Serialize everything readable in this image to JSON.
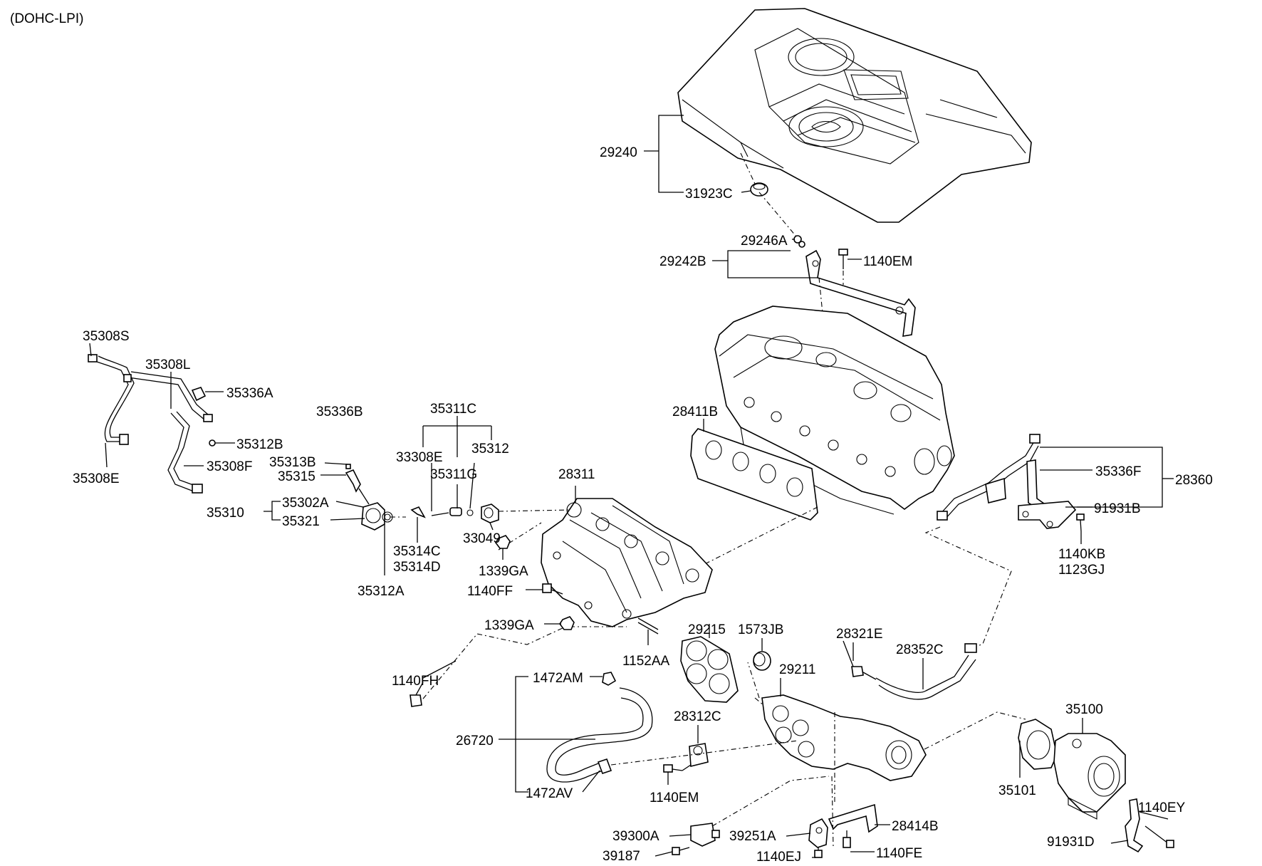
{
  "diagram": {
    "variant_label": "(DOHC-LPI)",
    "part_numbers": {
      "p29240": "29240",
      "p31923C": "31923C",
      "p29246A": "29246A",
      "p29242B": "29242B",
      "p1140EM_top": "1140EM",
      "p35308S": "35308S",
      "p35308L": "35308L",
      "p35336A": "35336A",
      "p35336B": "35336B",
      "p35312B": "35312B",
      "p35308E": "35308E",
      "p35308F": "35308F",
      "p35313B": "35313B",
      "p35315": "35315",
      "p35310": "35310",
      "p35302A": "35302A",
      "p35321": "35321",
      "p35312A": "35312A",
      "p35311C": "35311C",
      "p33308E": "33308E",
      "p35312": "35312",
      "p35311G": "35311G",
      "p35314C": "35314C",
      "p35314D": "35314D",
      "p33049": "33049",
      "p1339GA_a": "1339GA",
      "p28311": "28311",
      "p28411B": "28411B",
      "p1140FF": "1140FF",
      "p1339GA_b": "1339GA",
      "p1140FH": "1140FH",
      "p1152AA": "1152AA",
      "p29215": "29215",
      "p1573JB": "1573JB",
      "p29211": "29211",
      "p28321E": "28321E",
      "p28352C": "28352C",
      "p1472AM": "1472AM",
      "p26720": "26720",
      "p1472AV": "1472AV",
      "p28312C": "28312C",
      "p1140EM_low": "1140EM",
      "p35336F": "35336F",
      "p28360": "28360",
      "p91931B": "91931B",
      "p1140KB": "1140KB",
      "p1123GJ": "1123GJ",
      "p35100": "35100",
      "p35101": "35101",
      "p1140EY": "1140EY",
      "p91931D": "91931D",
      "p39300A": "39300A",
      "p39187": "39187",
      "p39251A": "39251A",
      "p1140EJ": "1140EJ",
      "p28414B": "28414B",
      "p1140FE": "1140FE"
    }
  }
}
